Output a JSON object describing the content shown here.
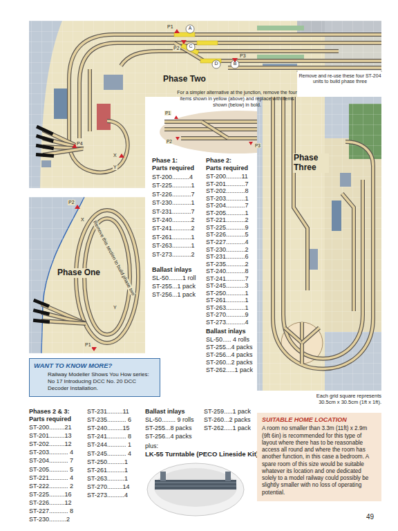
{
  "diagram": {
    "nodes": [
      {
        "text": [
          "WANT TO KNOW MORE?",
          "Railway Modeller Shows You How series: No 17 Introducing DCC No. 20 DCC Decoder Installation."
        ]
      },
      {
        "text": [
          "SUITABLE HOME LOCATION",
          "A room no smaller than 3.3m (11ft) x 2.9m (9ft 6in) is recommended for this type of layout where there has to be reasonable access all round and where the room has another function, in this case a bedroom. A spare room of this size would be suitable whatever its location and one dedicated solely to a model railway could possibly be slightly smaller with no loss of operating potential."
        ]
      },
      {
        "text": [
          "For a simpler alternative at the junction, remove the four items shown in yellow (above) and replace with items shown (below) in bold."
        ]
      }
    ],
    "labels": [
      "A",
      "B",
      "C",
      "D",
      "P1",
      "P2",
      "P3",
      "Phase Two",
      "Remove and re-use these four ST-204 units to build phase three",
      "P1",
      "P2",
      "P3",
      "P4",
      "X",
      "Y",
      "P2",
      "X",
      "Remove this section to build phase two",
      "Y",
      "P1",
      "Phase One",
      "Phase Three",
      "Phase 1:",
      "Parts required",
      "ST-200..........4",
      "ST-225...........1",
      "ST-226...........7",
      "ST-230...........1",
      "ST-231...........7",
      "ST-240...........2",
      "ST-241...........2",
      "ST-261...........1",
      "ST-263...........1",
      "ST-273...........2",
      "Ballast inlays",
      "SL-50........1 roll",
      "ST-255...1 pack",
      "ST-256...1 pack",
      "Phase 2:",
      "Parts required",
      "ST-200.........11",
      "ST-201...........7",
      "ST-202...........8",
      "ST-203...........1",
      "ST-204...........7",
      "ST-205...........1",
      "ST-221...........2",
      "ST-225...........9",
      "ST-226...........5",
      "ST-227...........4",
      "ST-230...........2",
      "ST-231...........6",
      "ST-235...........2",
      "ST-240...........8",
      "ST-241...........7",
      "ST-245...........3",
      "ST-250...........1",
      "ST-261...........1",
      "ST-263...........1",
      "ST-270...........9",
      "ST-273...........4",
      "Ballast inlays",
      "SL-50..... 4 rolls",
      "ST-255...4 packs",
      "ST-256...4 packs",
      "ST-260...2 packs",
      "ST-262.....1 pack",
      "Phases 2 & 3:",
      "Parts required",
      "ST-200.........21",
      "ST-201.........13",
      "ST-202.........12",
      "ST-203........... 4",
      "ST-204........... 7",
      "ST-205........... 5",
      "ST-221........... 4",
      "ST-222........... 2",
      "ST-225.........16",
      "ST-226.........12",
      "ST-227........... 8",
      "ST-230..........2",
      "ST-231.........11",
      "ST-235........... 6",
      "ST-240.........15",
      "ST-241........... 8",
      "ST-244........... 1",
      "ST-245........... 4",
      "ST-250..........1",
      "ST-261..........1",
      "ST-263..........1",
      "ST-270.........14",
      "ST-273..........4",
      "Ballast inlays",
      "SL-50........ 9 rolls",
      "ST-255...8 packs",
      "ST-256...4 packs",
      "ST-259.....1 pack",
      "ST-260...2 packs",
      "ST-262.....1 pack",
      "plus:",
      "LK-55 Turntable (PECO Lineside Kit)",
      "Each grid square represents 30.5cm x 30.5cm (1ft x 1ft).",
      "49"
    ]
  }
}
